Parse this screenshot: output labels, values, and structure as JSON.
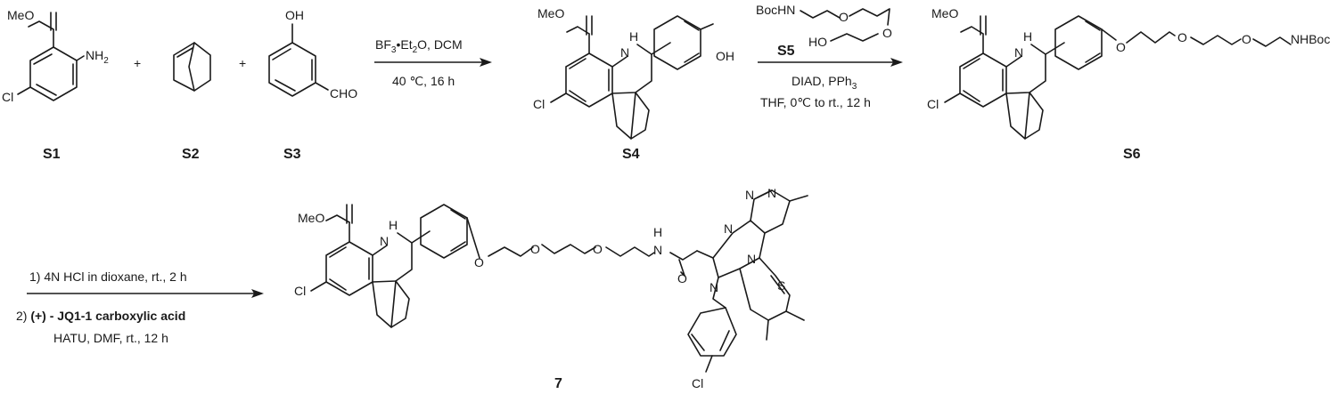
{
  "compounds": {
    "s1": {
      "label": "S1",
      "atoms": {
        "methyl_ester": "MeO",
        "amine": "NH",
        "amine_sub": "2",
        "chloro": "Cl"
      }
    },
    "s2": {
      "label": "S2"
    },
    "s3": {
      "label": "S3",
      "atoms": {
        "hydroxy": "OH",
        "aldehyde": "CHO"
      }
    },
    "s4": {
      "label": "S4",
      "atoms": {
        "methyl_ester": "MeO",
        "nh": "H",
        "n": "N",
        "hydroxy": "OH",
        "chloro": "Cl"
      }
    },
    "s6": {
      "label": "S6",
      "atoms": {
        "methyl_ester": "MeO",
        "nh": "H",
        "n": "N",
        "ether_o1": "O",
        "ether_o2": "O",
        "ether_o3": "O",
        "nhboc": "NHBoc",
        "chloro": "Cl"
      }
    },
    "c7": {
      "label": "7",
      "atoms": {
        "methyl_ester": "MeO",
        "nh": "H",
        "n": "N",
        "ether_o1": "O",
        "ether_o2": "O",
        "ether_o3": "O",
        "amide_h": "H",
        "amide_n": "N",
        "amide_o": "O",
        "triazole_n1": "N",
        "triazole_n2": "N",
        "triazole_n3": "N",
        "triazole_n4": "N",
        "azepine_n": "N",
        "thiophene_s": "S",
        "aryl_cl": "Cl",
        "chloro": "Cl"
      }
    }
  },
  "plus_signs": [
    "+",
    "+"
  ],
  "step1": {
    "reagents_pre": "BF",
    "reagents_sub": "3",
    "reagents_post": "•Et",
    "reagents_sub2": "2",
    "reagents_end": "O, DCM",
    "conditions": "40 ℃, 16 h"
  },
  "step2": {
    "reagent_label": "S5",
    "reagent_atoms": {
      "boc": "BocHN",
      "o1": "O",
      "o2": "O",
      "ho": "HO"
    },
    "line1_pre": "DIAD, PPh",
    "line1_sub": "3",
    "line2": "THF, 0℃ to rt., 12 h"
  },
  "step3": {
    "line1": "1) 4N HCl in dioxane, rt., 2 h",
    "line2_pre": "2) ",
    "line2_bold": "(+) - JQ1-1 carboxylic acid",
    "line3": "HATU, DMF, rt., 12 h"
  }
}
